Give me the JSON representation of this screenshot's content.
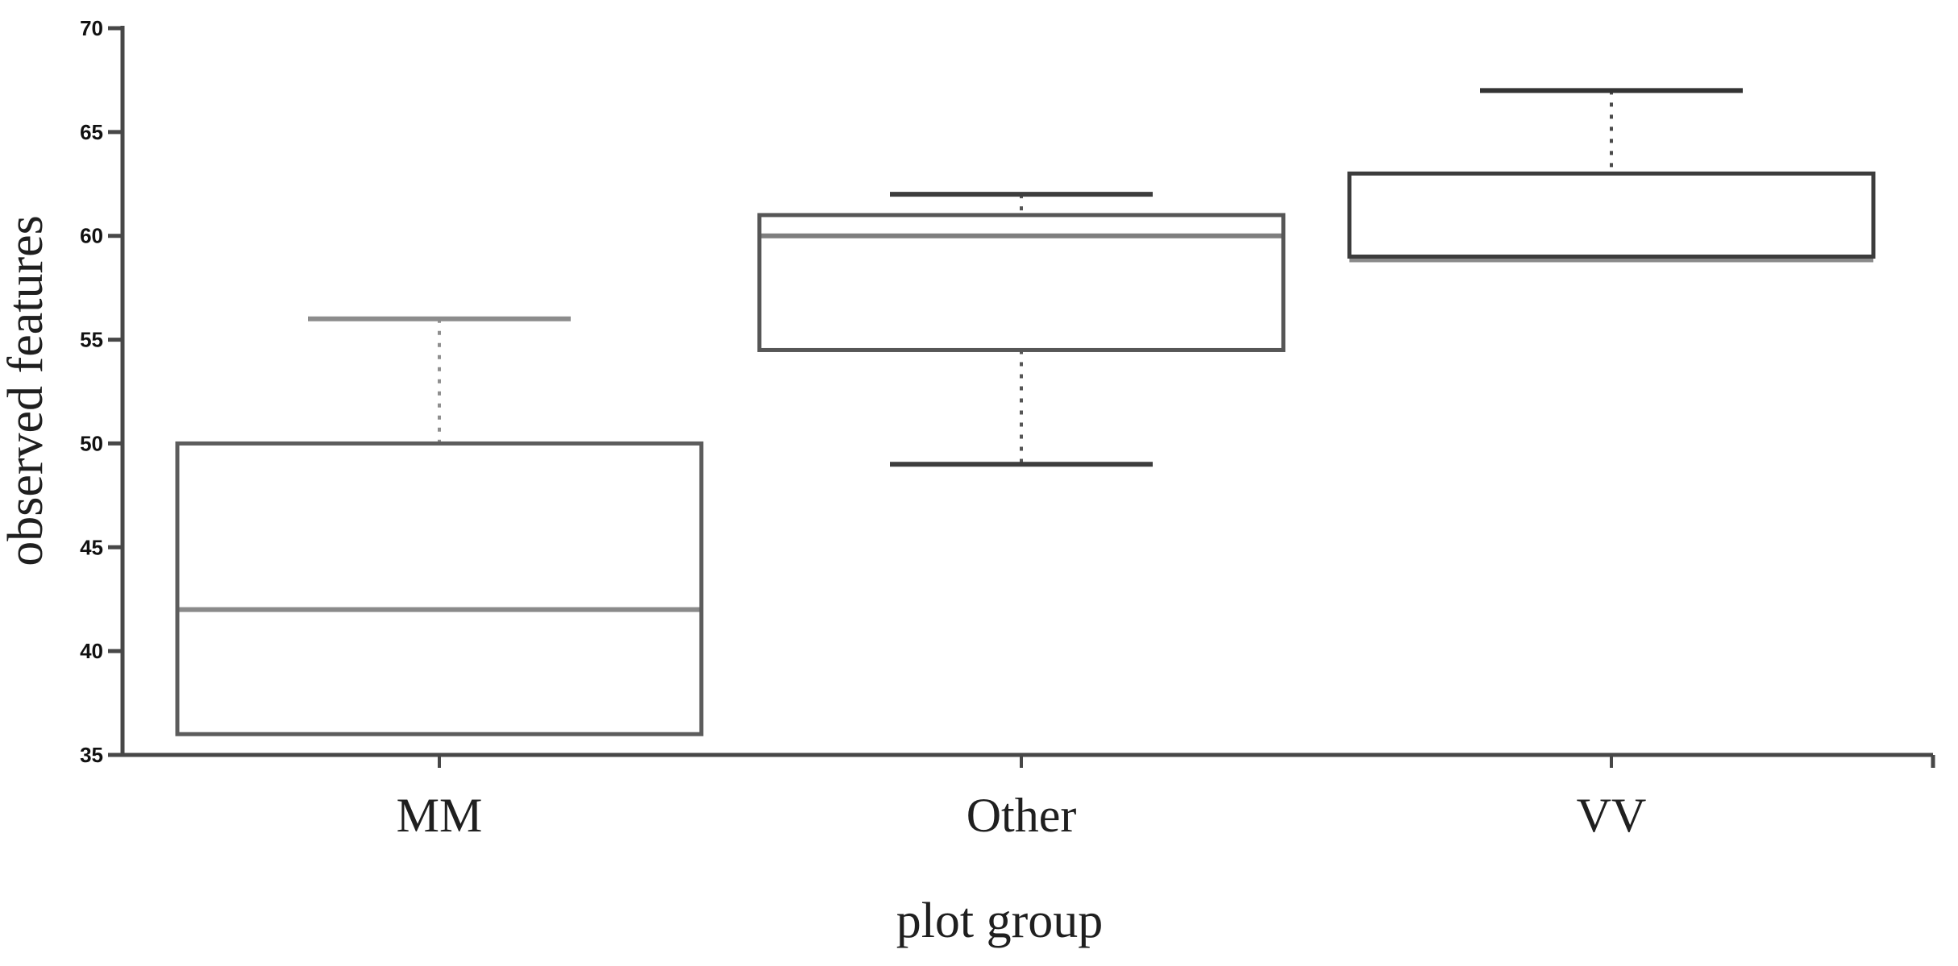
{
  "chart_data": {
    "type": "box",
    "title": "",
    "xlabel": "plot group",
    "ylabel": "observed features",
    "categories": [
      "MM",
      "Other",
      "VV"
    ],
    "ylim": [
      35,
      70
    ],
    "yticks": [
      35,
      40,
      45,
      50,
      55,
      60,
      65,
      70
    ],
    "grid": false,
    "legend": "none",
    "series": [
      {
        "name": "MM",
        "whisker_low": null,
        "q1": 36,
        "median": 42,
        "q3": 50,
        "whisker_high": 56,
        "box_color": "#5c5c5c",
        "median_color": "#8a8a8a",
        "whisker_color": "#8f8f8f",
        "cap_color": "#8c8c8c"
      },
      {
        "name": "Other",
        "whisker_low": 49,
        "q1": 54.5,
        "median": 60,
        "q3": 61,
        "whisker_high": 62,
        "box_color": "#565656",
        "median_color": "#7e7e7e",
        "whisker_color": "#555555",
        "cap_color": "#3d3d3d"
      },
      {
        "name": "VV",
        "whisker_low": null,
        "q1": 59,
        "median": 59,
        "q3": 63,
        "whisker_high": 67,
        "box_color": "#3c3c3c",
        "median_color": "#8a8a8a",
        "whisker_color": "#4a4a4a",
        "cap_color": "#333333"
      }
    ],
    "colors": {
      "axis": "#474747",
      "tick_text": "#111111",
      "label_text": "#1f1f1f",
      "background": "#ffffff"
    }
  }
}
